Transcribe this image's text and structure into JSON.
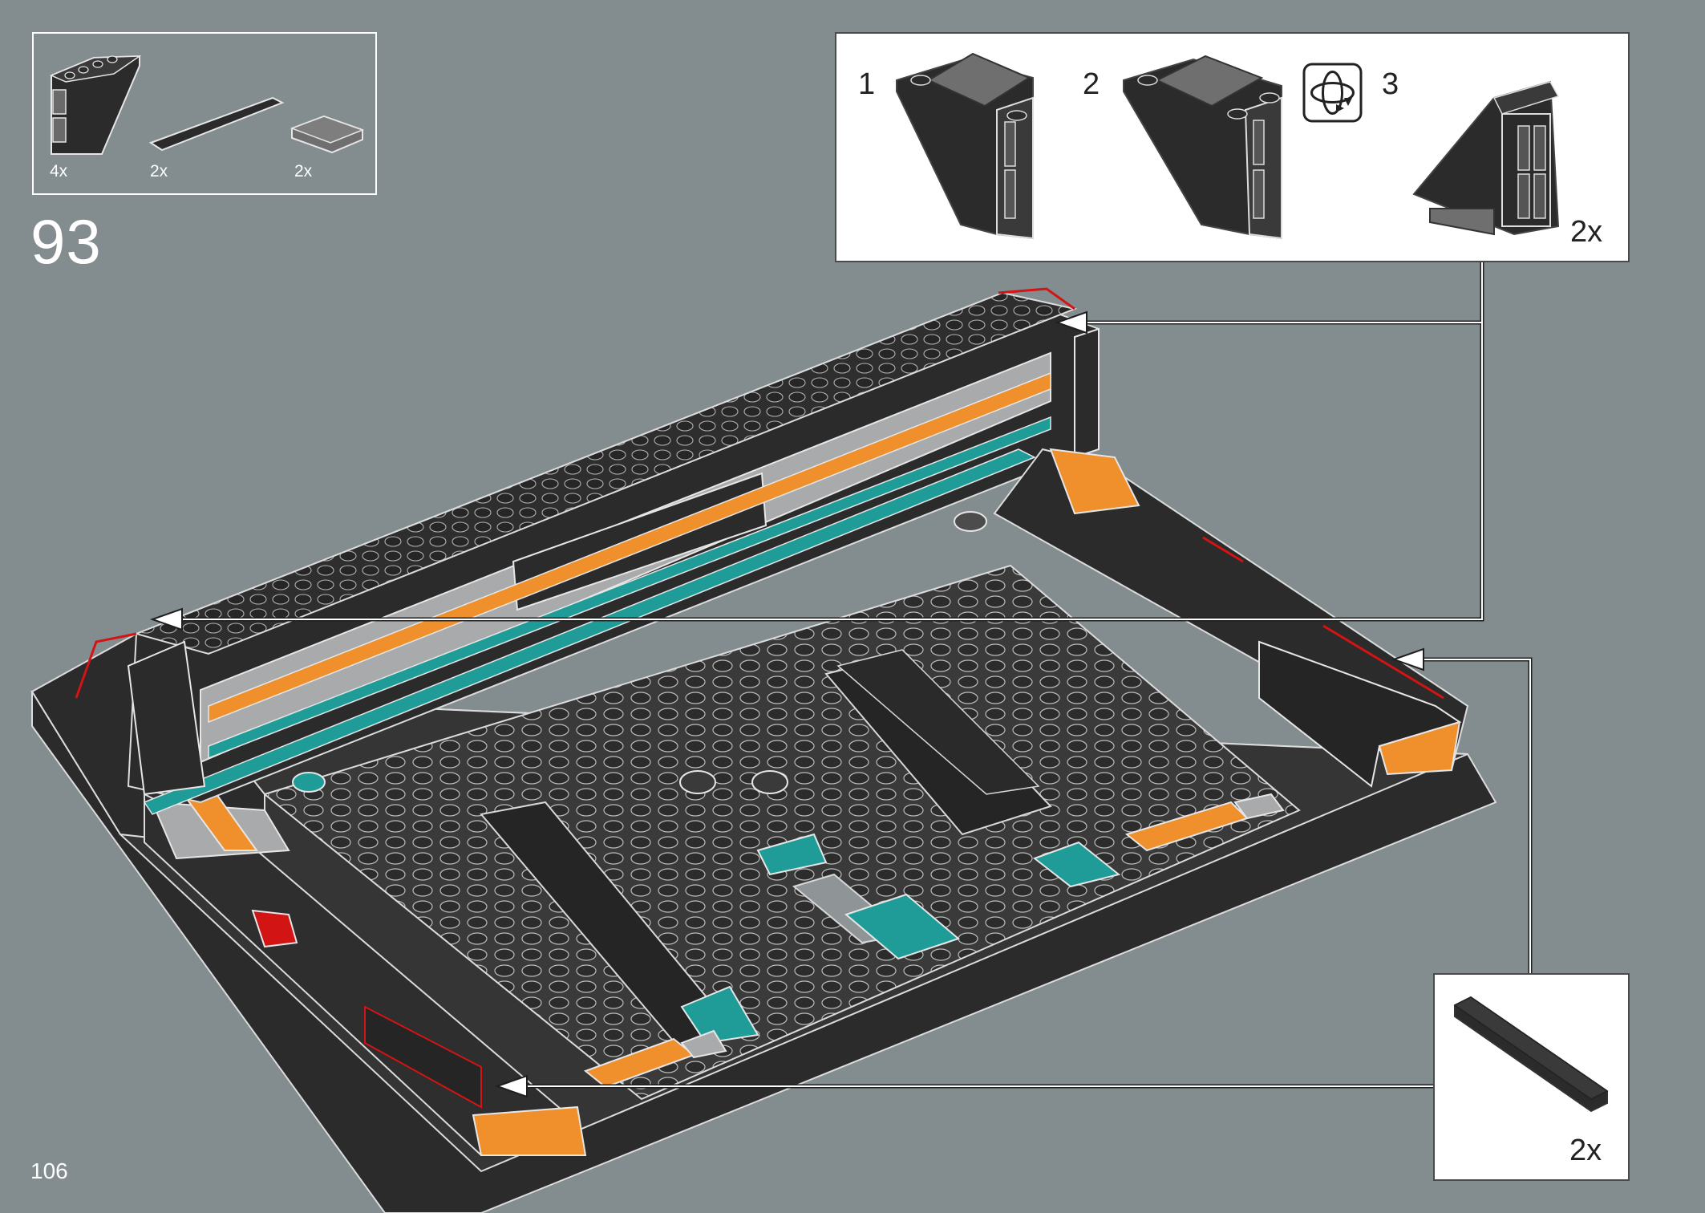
{
  "page": {
    "step_number": "93",
    "page_number": "106"
  },
  "parts_list": {
    "items": [
      {
        "name": "inverted-slope-brick",
        "quantity": "4x",
        "color": "#2b2b2b"
      },
      {
        "name": "flat-tile-1x6",
        "quantity": "2x",
        "color": "#2b2b2b"
      },
      {
        "name": "flat-tile-2x2",
        "quantity": "2x",
        "color": "#6f6f6f"
      }
    ]
  },
  "callout_top": {
    "steps": [
      {
        "label": "1"
      },
      {
        "label": "2"
      },
      {
        "label": "3"
      }
    ],
    "quantity": "2x",
    "rotate_icon": "rotate-model-icon"
  },
  "callout_bottom": {
    "quantity": "2x",
    "part": "flat-tile-1x6"
  },
  "colors": {
    "background": "#838c8f",
    "brick_dark": "#2b2b2b",
    "brick_light": "#a9aaab",
    "accent_orange": "#f0902c",
    "accent_teal": "#1f9c98",
    "accent_red": "#d21414"
  }
}
